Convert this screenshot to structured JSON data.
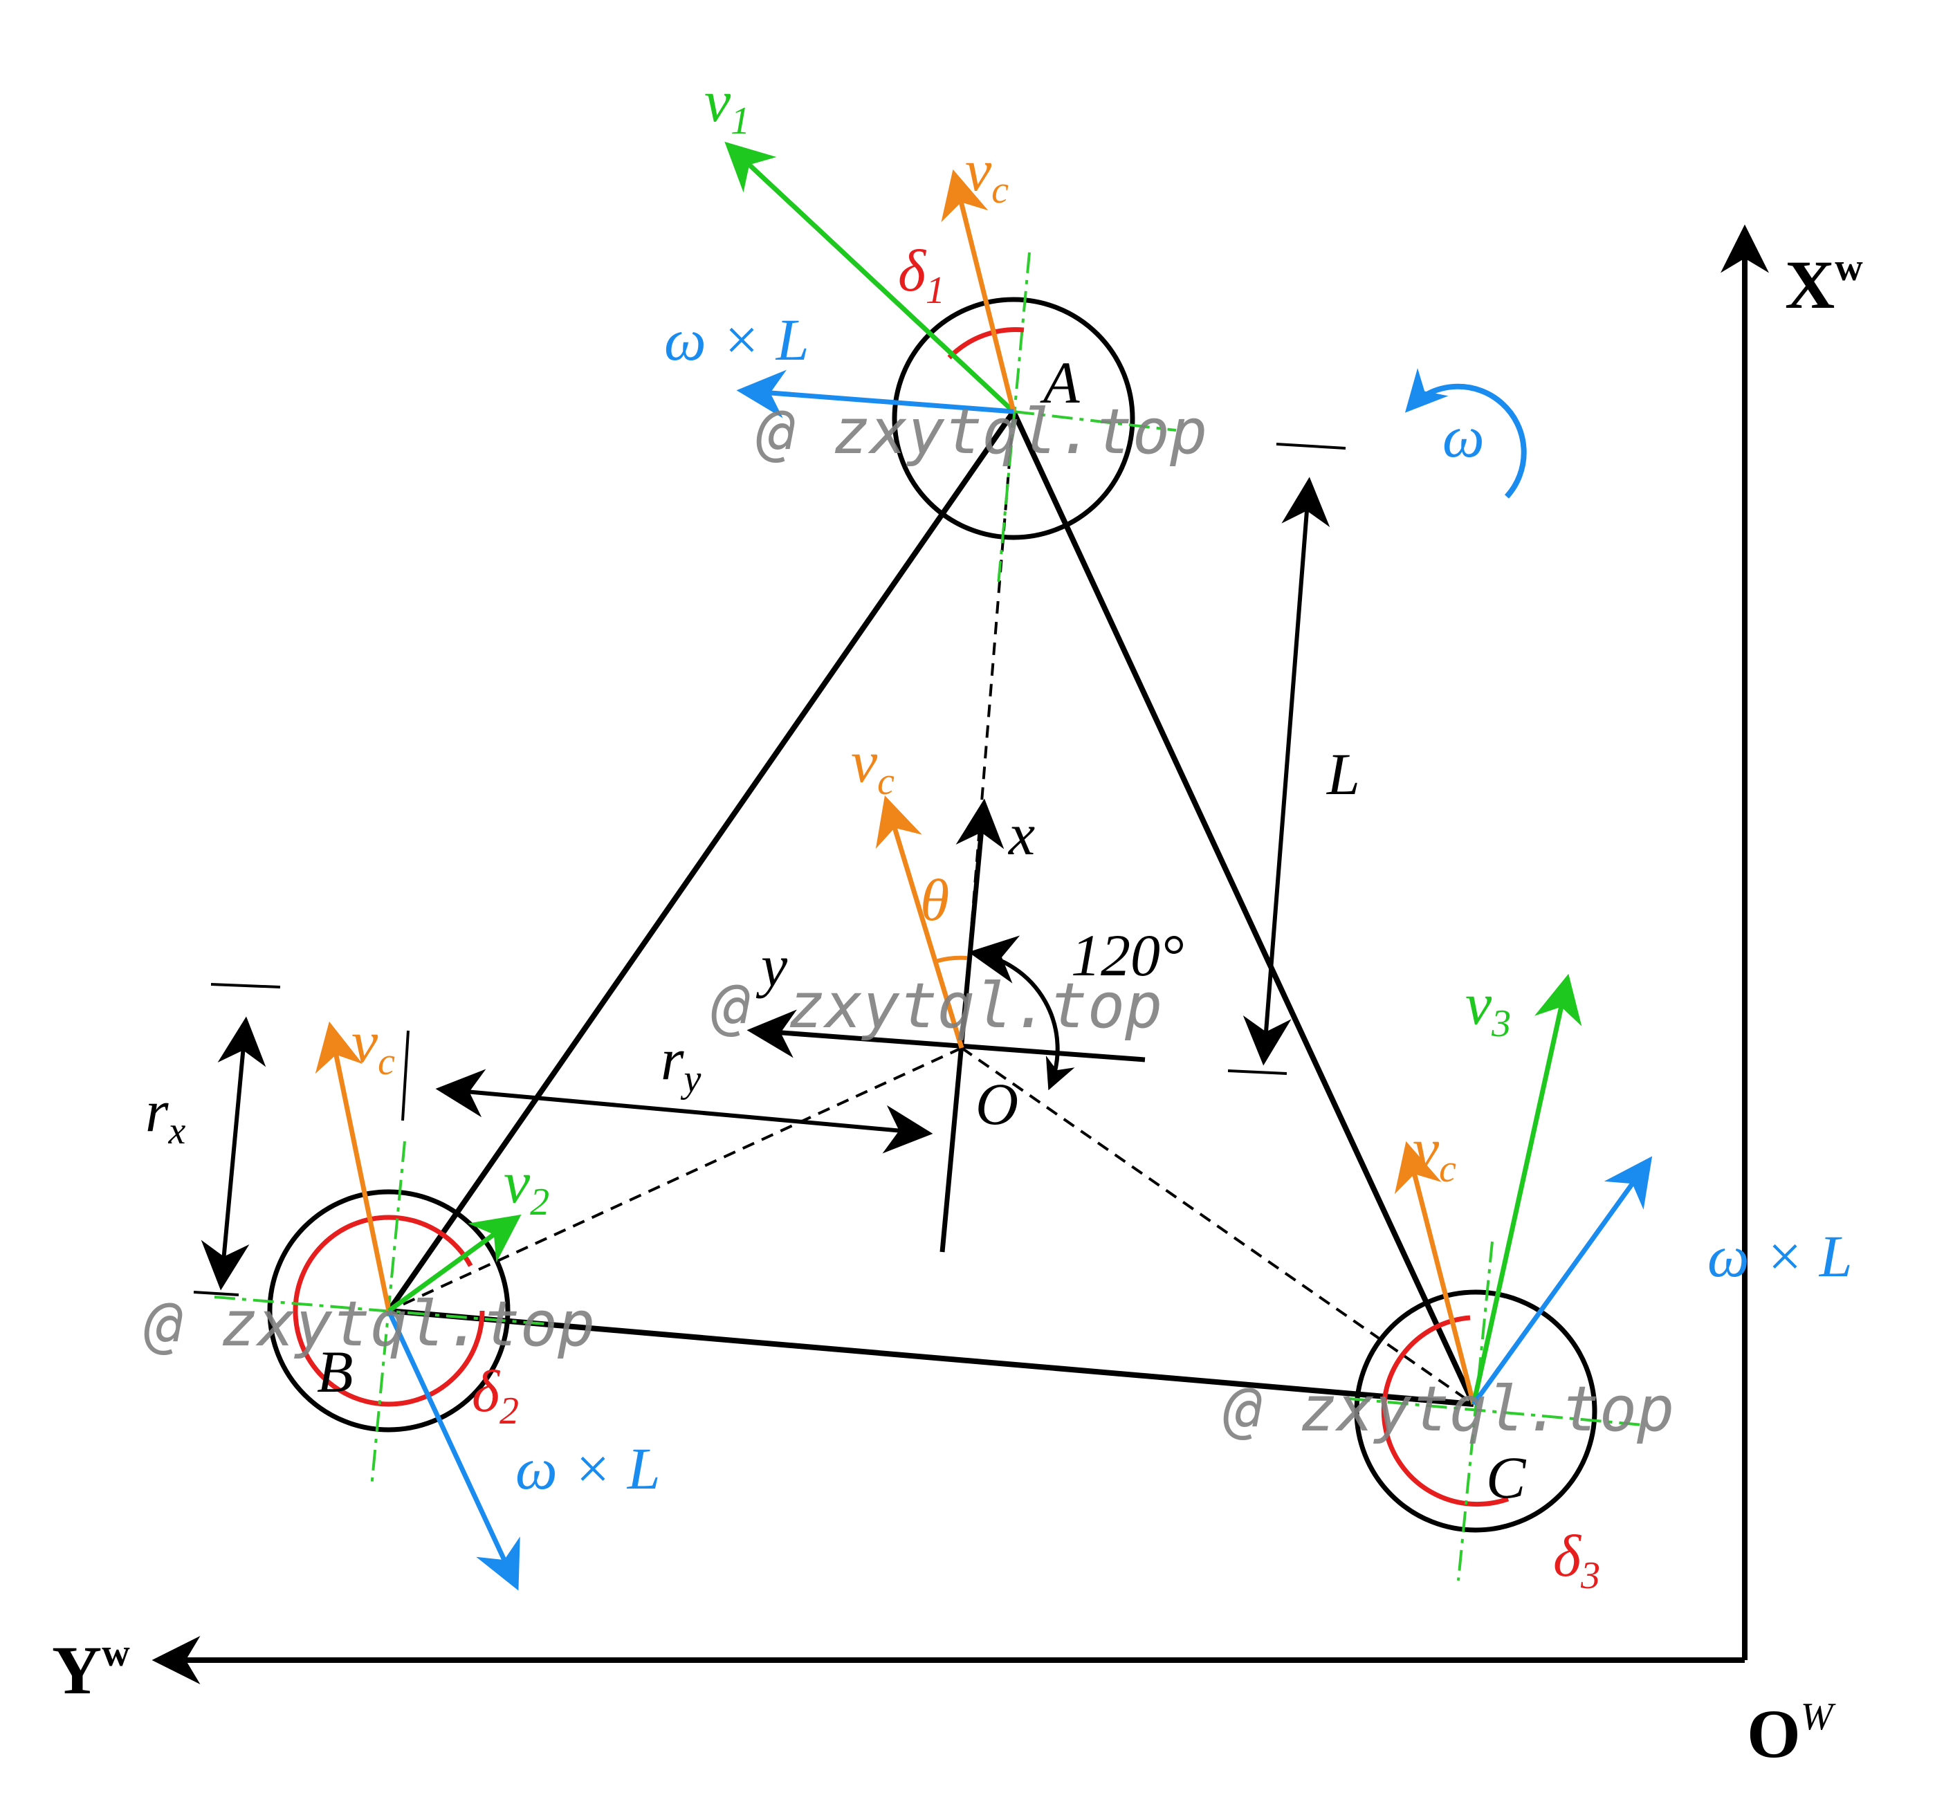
{
  "colors": {
    "black": "#000000",
    "green": "#1ec81e",
    "orange": "#f0861a",
    "blue": "#1a8cf0",
    "red": "#e61e1e",
    "watermark": "#808080",
    "centerline": "#2ecc2e"
  },
  "labels": {
    "v1": "v",
    "v1_sub": "1",
    "v2": "v",
    "v2_sub": "2",
    "v3": "v",
    "v3_sub": "3",
    "vc": "v",
    "vc_sub": "c",
    "d1": "δ",
    "d1_sub": "1",
    "d2": "δ",
    "d2_sub": "2",
    "d3": "δ",
    "d3_sub": "3",
    "wl": "ω × L",
    "omega": "ω",
    "A": "A",
    "B": "B",
    "C": "C",
    "O": "O",
    "x": "x",
    "y": "y",
    "theta": "θ",
    "angle120": "120°",
    "L": "L",
    "rx": "r",
    "rx_sub": "x",
    "ry": "r",
    "ry_sub": "y",
    "Xw": "X",
    "Xw_sup": "w",
    "Yw": "Y",
    "Yw_sup": "w",
    "Ow": "O",
    "Ow_sup": "W"
  },
  "watermark": "@ zxytql.top"
}
